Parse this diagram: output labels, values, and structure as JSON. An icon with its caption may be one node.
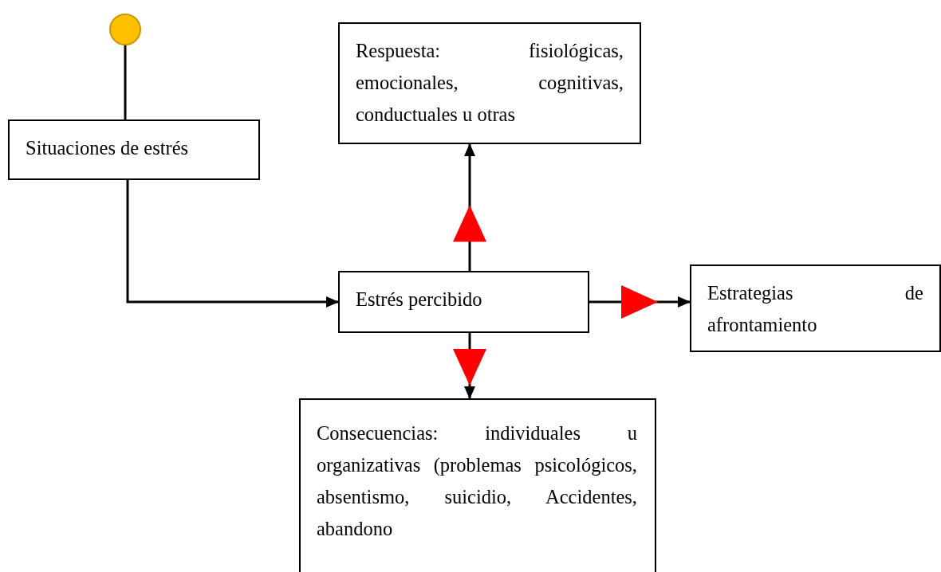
{
  "diagram": {
    "nodes": [
      {
        "text": [],
        "shape": "circle"
      },
      {
        "text": [
          "Situaciones de estrés"
        ]
      },
      {
        "text": [
          "Respuesta: fisiológicas, emocionales, cognitivas, conductuales u otras"
        ]
      },
      {
        "text": [
          "Estrés percibido"
        ]
      },
      {
        "text": [
          "Estrategias de afrontamiento"
        ]
      },
      {
        "text": [
          "Consecuencias: individuales u organizativas (problemas psicológicos, absentismo, suicidio, Accidentes, abandono"
        ]
      }
    ],
    "edges": [
      {
        "from": 0,
        "to": 1,
        "arrow": "none"
      },
      {
        "from": 1,
        "to": 3,
        "arrow": "to"
      },
      {
        "from": 3,
        "to": 2,
        "arrow": "to"
      },
      {
        "from": 3,
        "to": 4,
        "arrow": "to"
      },
      {
        "from": 3,
        "to": 5,
        "arrow": "to"
      }
    ]
  }
}
